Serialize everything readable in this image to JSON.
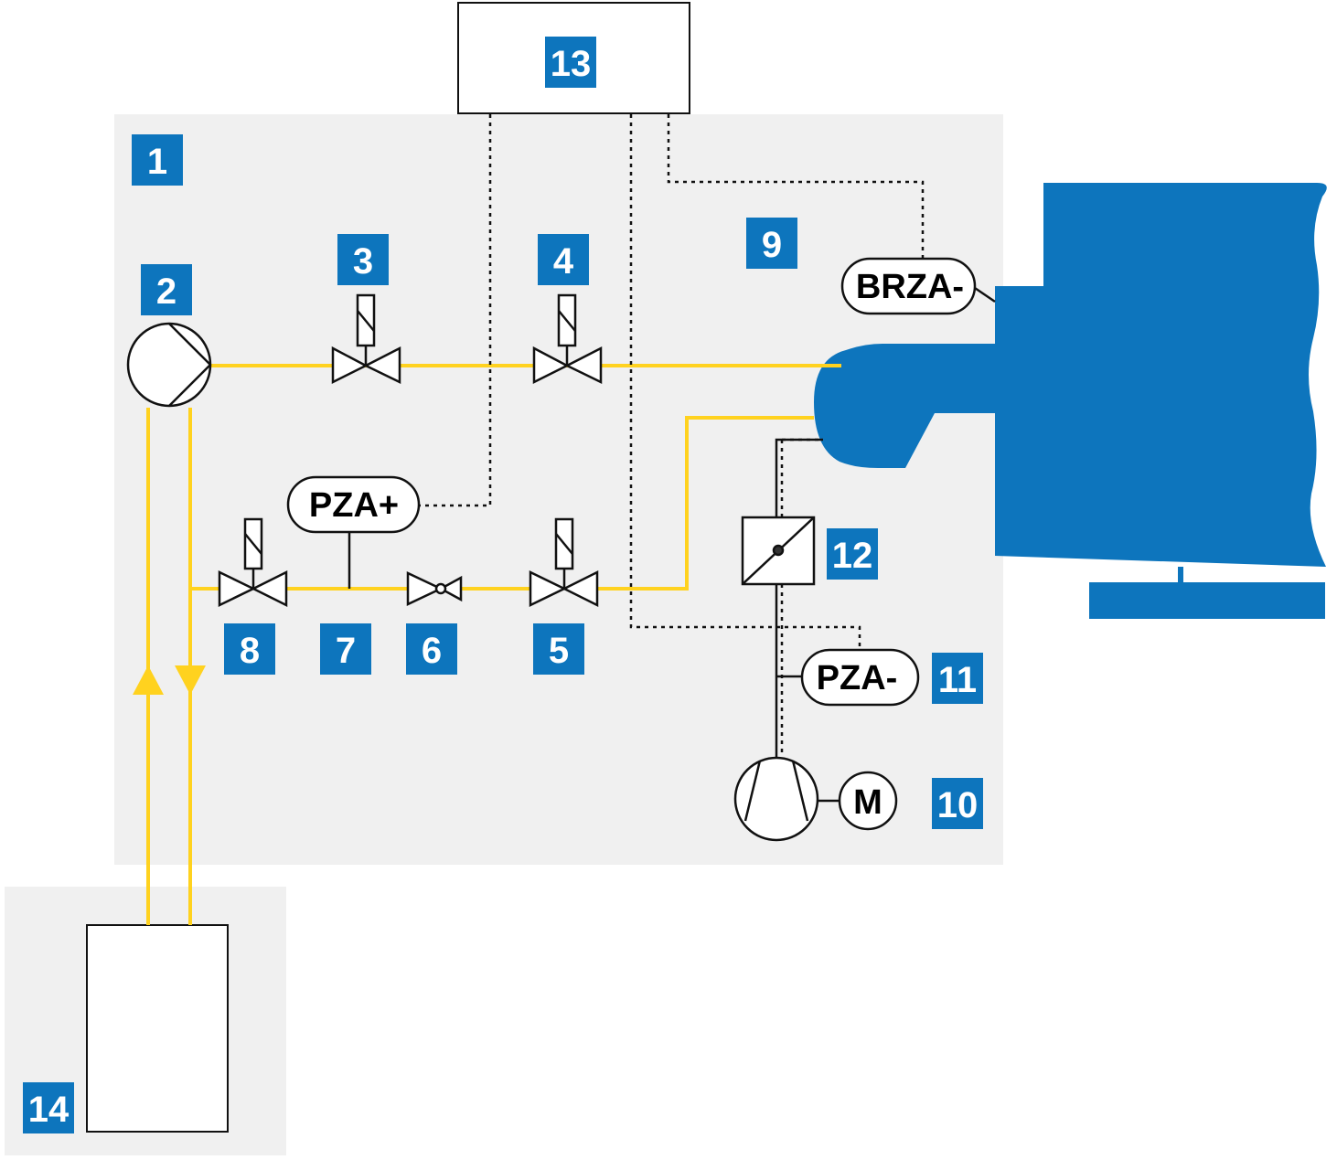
{
  "colors": {
    "pipe": "#ffd21f",
    "badge": "#0d75bd",
    "panel": "#f0f0f0",
    "line": "#111111",
    "burner": "#0d75bd"
  },
  "labels": {
    "l1": "1",
    "l2": "2",
    "l3": "3",
    "l4": "4",
    "l5": "5",
    "l6": "6",
    "l7": "7",
    "l8": "8",
    "l9": "9",
    "l10": "10",
    "l11": "11",
    "l12": "12",
    "l13": "13",
    "l14": "14"
  },
  "instruments": {
    "pza_plus": "PZA+",
    "pza_minus": "PZA-",
    "brza_minus": "BRZA-",
    "motor": "M"
  },
  "icons": [
    "pump-icon",
    "solenoid-valve-icon",
    "check-valve-icon",
    "pressure-switch-icon",
    "filter-icon",
    "compressor-icon",
    "motor-icon",
    "burner-icon",
    "tank-icon",
    "flow-arrow-icon"
  ]
}
